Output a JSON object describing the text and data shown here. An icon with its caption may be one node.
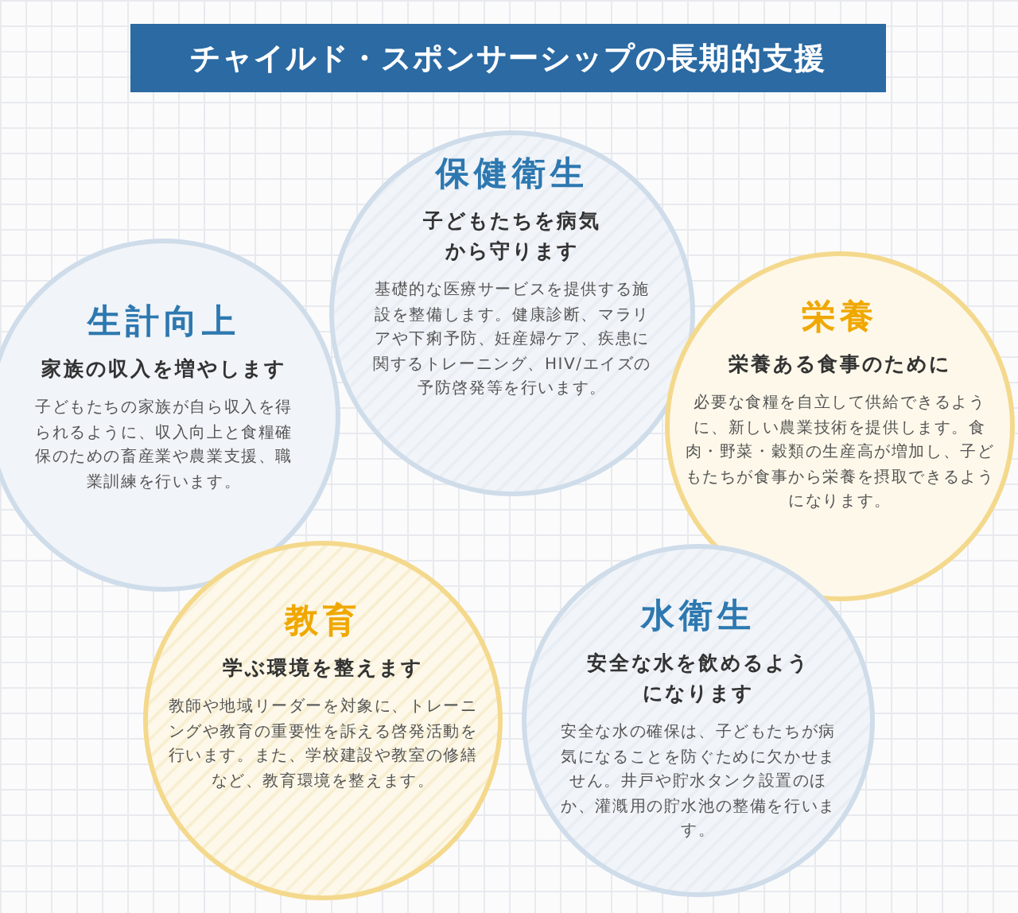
{
  "diagram": {
    "title": "チャイルド・スポンサーシップの長期的支援",
    "nodes": [
      {
        "text": [
          "保健衛生",
          "子どもたちを病気から守ります",
          "基礎的な医療サービスを提供する施設を整備します。健康診断、マラリアや下痢予防、妊産婦ケア、疾患に関するトレーニング、HIV/エイズの予防啓発等を行います。"
        ]
      },
      {
        "text": [
          "生計向上",
          "家族の収入を増やします",
          "子どもたちの家族が自ら収入を得られるように、収入向上と食糧確保のための畜産業や農業支援、職業訓練を行います。"
        ]
      },
      {
        "text": [
          "栄養",
          "栄養ある食事のために",
          "必要な食糧を自立して供給できるように、新しい農業技術を提供します。食肉・野菜・穀類の生産高が増加し、子どもたちが食事から栄養を摂取できるようになります。"
        ]
      },
      {
        "text": [
          "教育",
          "学ぶ環境を整えます",
          "教師や地域リーダーを対象に、トレーニングや教育の重要性を訴える啓発活動を行います。また、学校建設や教室の修繕など、教育環境を整えます。"
        ]
      },
      {
        "text": [
          "水衛生",
          "安全な水を飲めるようになります",
          "安全な水の確保は、子どもたちが病気になることを防ぐために欠かせません。井戸や貯水タンク設置のほか、灌漑用の貯水池の整備を行います。"
        ]
      }
    ]
  }
}
